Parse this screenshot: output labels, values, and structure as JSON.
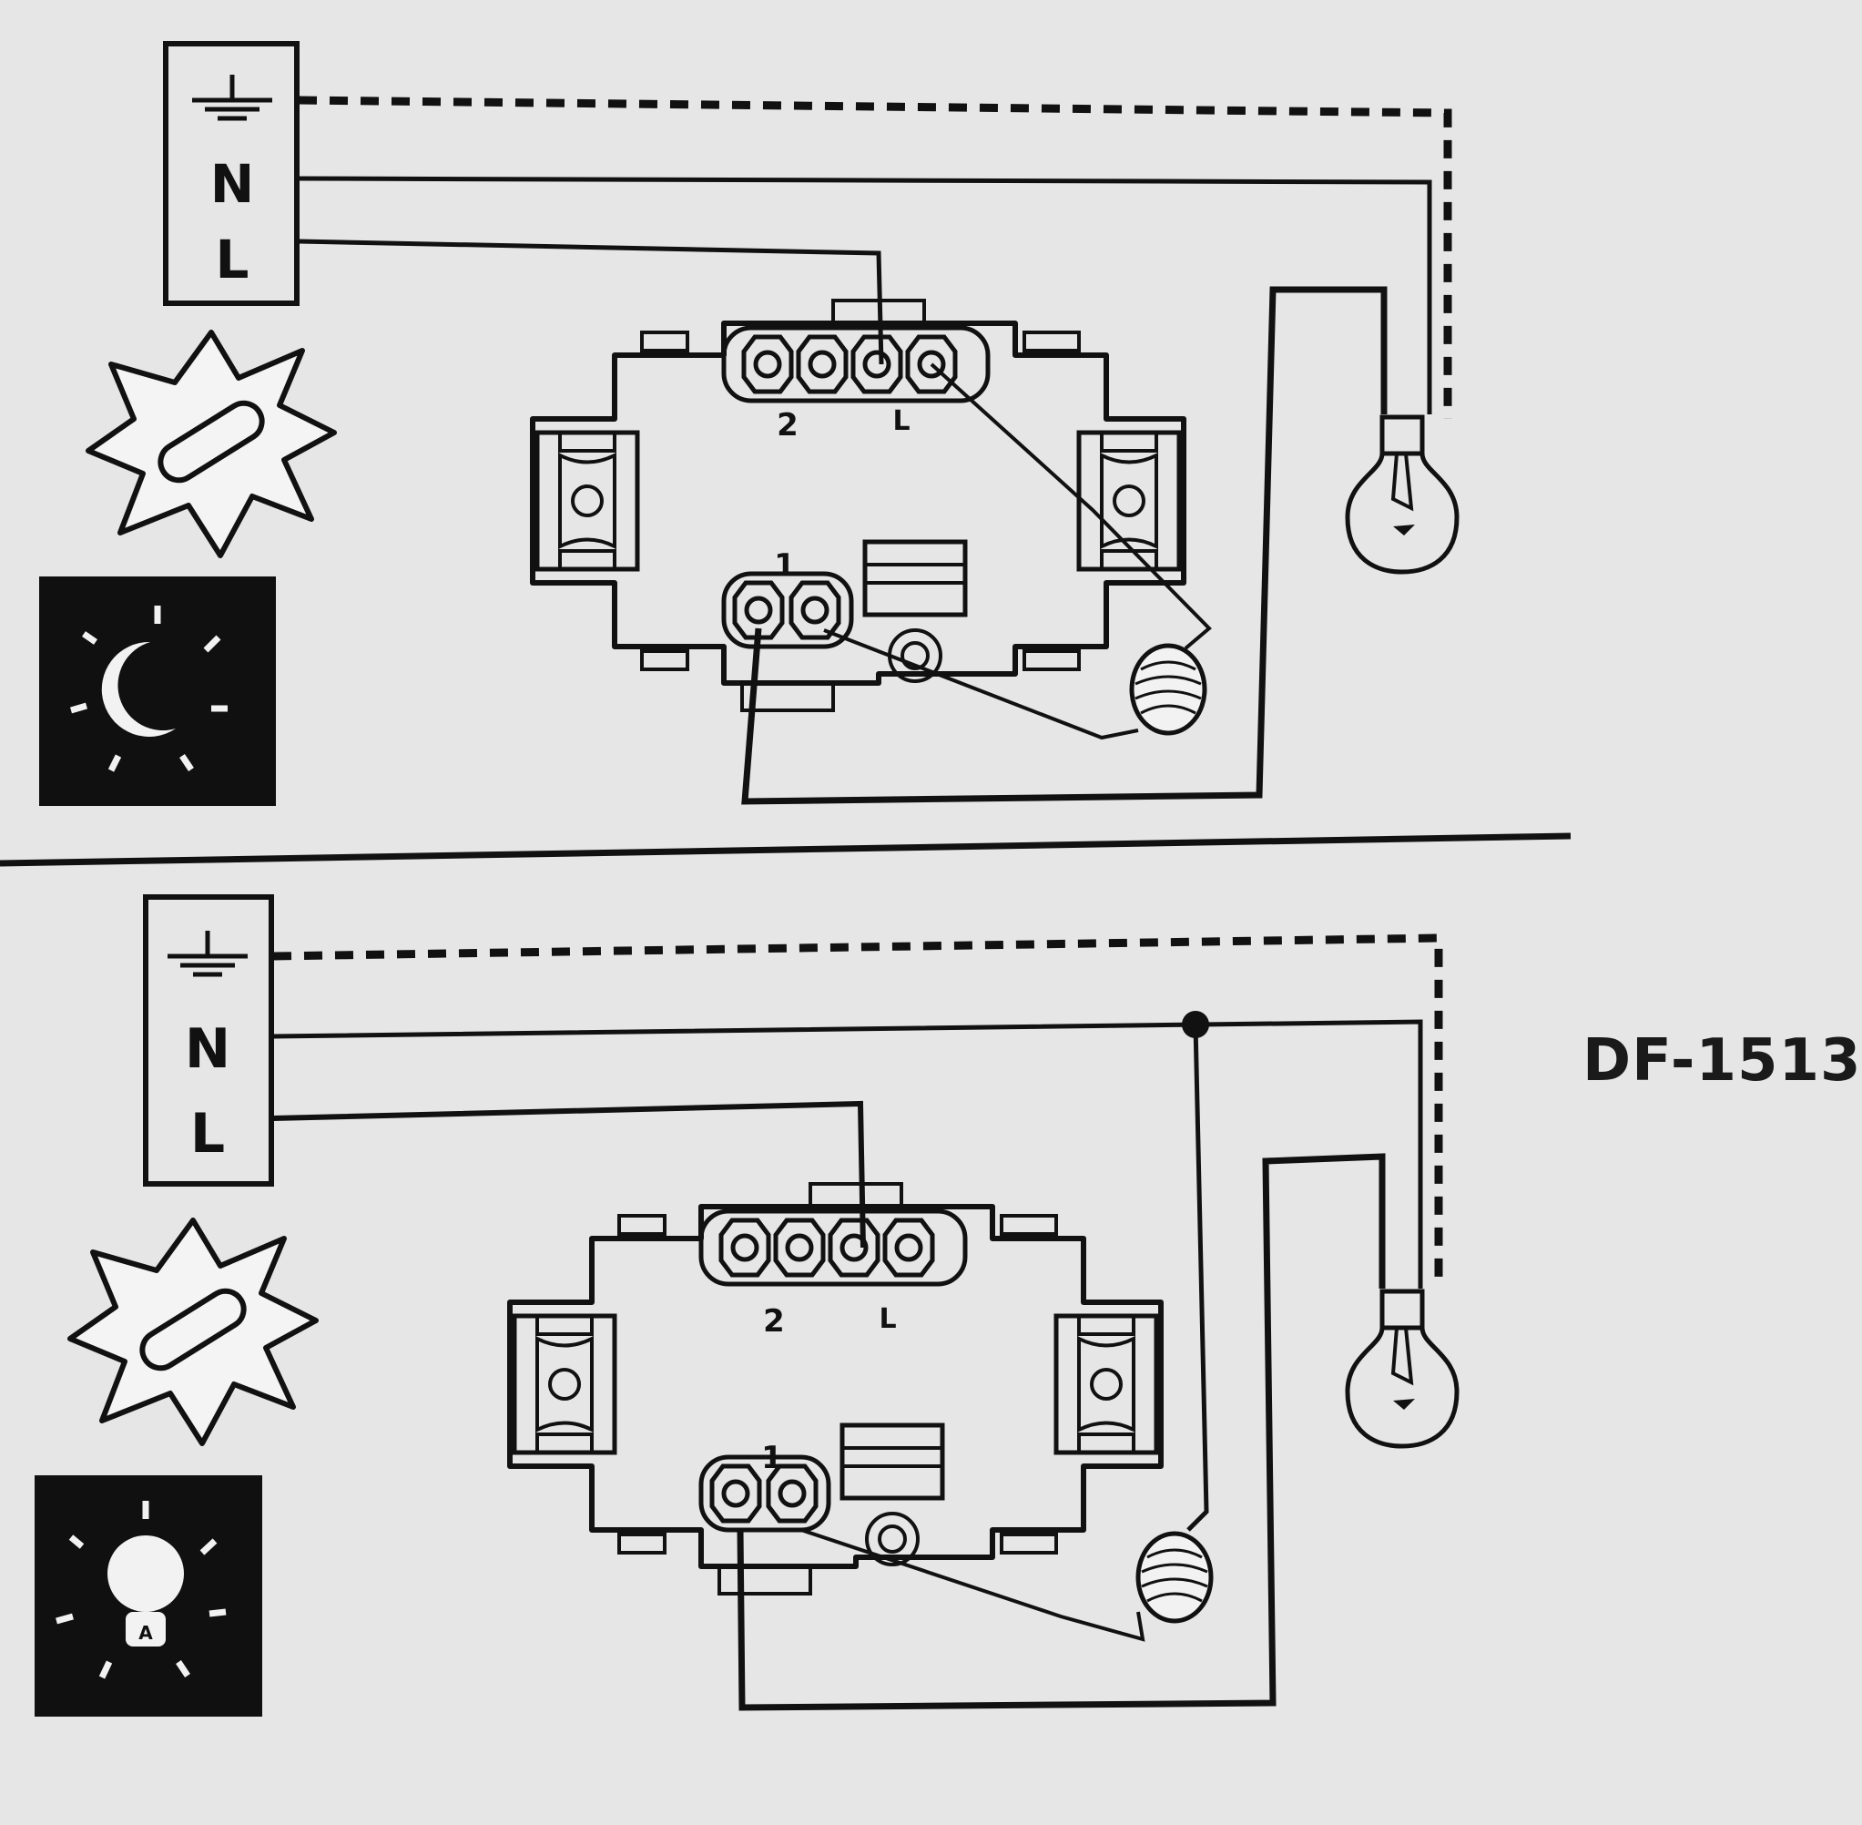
{
  "model_code": "DF-1513",
  "panels": [
    {
      "id": "top",
      "mode": "night",
      "terminal_labels": [
        "N",
        "L"
      ],
      "switch_terminals": [
        "2",
        "L",
        "1"
      ]
    },
    {
      "id": "bottom",
      "mode": "day",
      "terminal_labels": [
        "N",
        "L"
      ],
      "switch_terminals": [
        "2",
        "L",
        "1"
      ]
    }
  ]
}
